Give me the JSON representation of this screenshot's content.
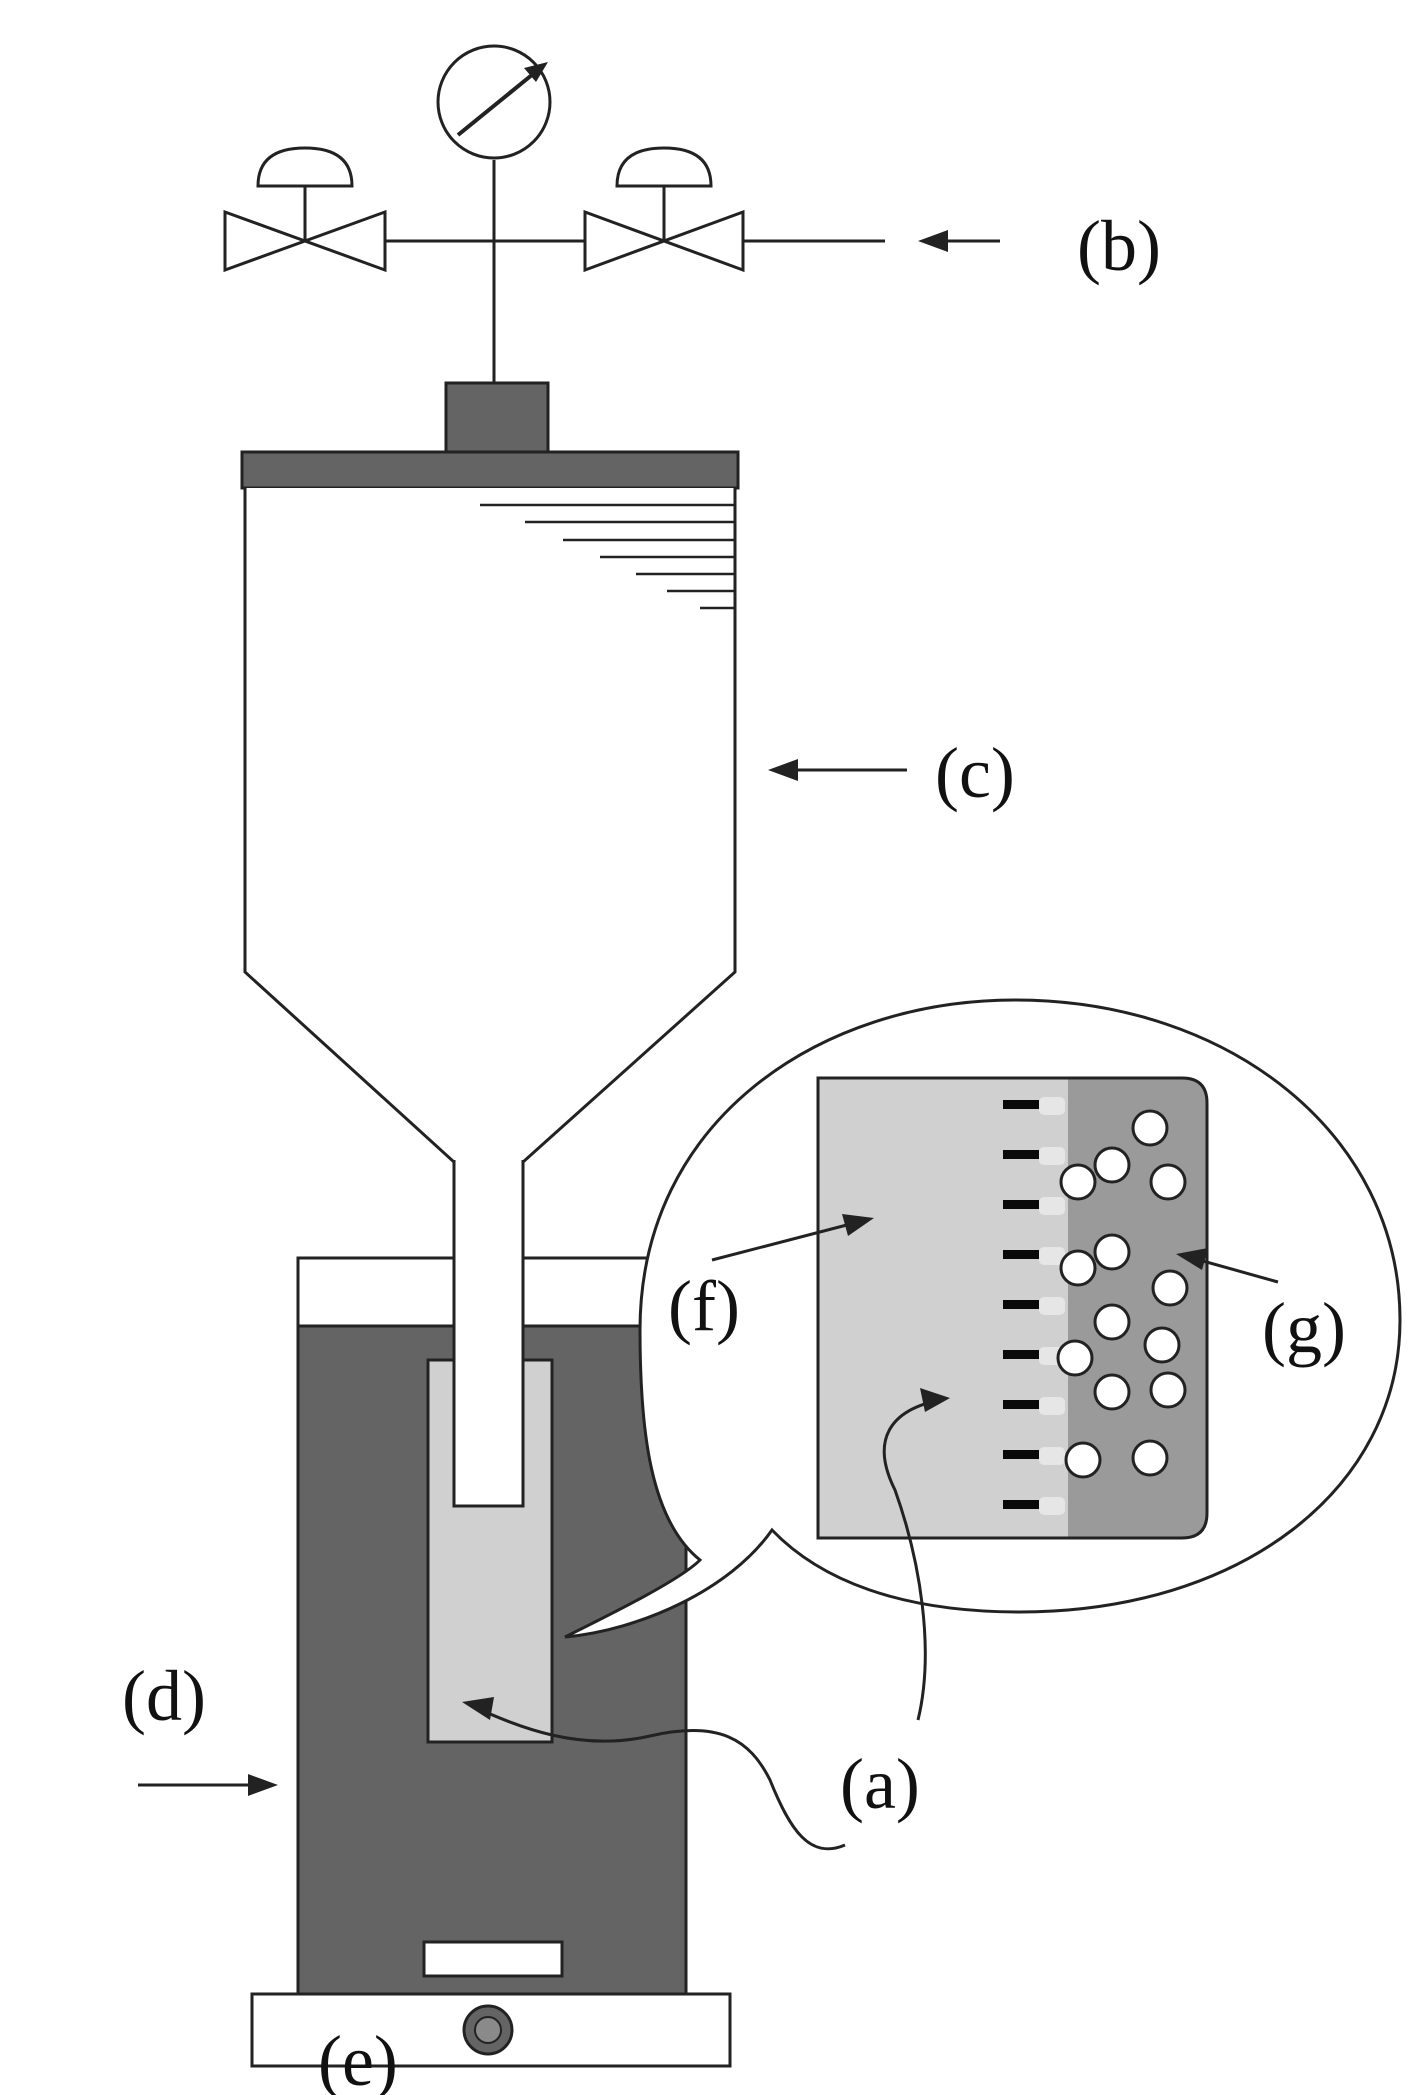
{
  "labels": {
    "a": "(a)",
    "b": "(b)",
    "c": "(c)",
    "d": "(d)",
    "e": "(e)",
    "f": "(f)",
    "g": "(g)"
  },
  "colors": {
    "stroke": "#222222",
    "dark_fill": "#646464",
    "light_gray": "#d0d0d0",
    "mid_gray": "#9a9a9a",
    "white": "#ffffff",
    "bar_black": "#0a0a0a"
  },
  "icons": {
    "gauge": "pressure-gauge-icon",
    "valve": "valve-icon",
    "knob": "control-knob-icon"
  }
}
